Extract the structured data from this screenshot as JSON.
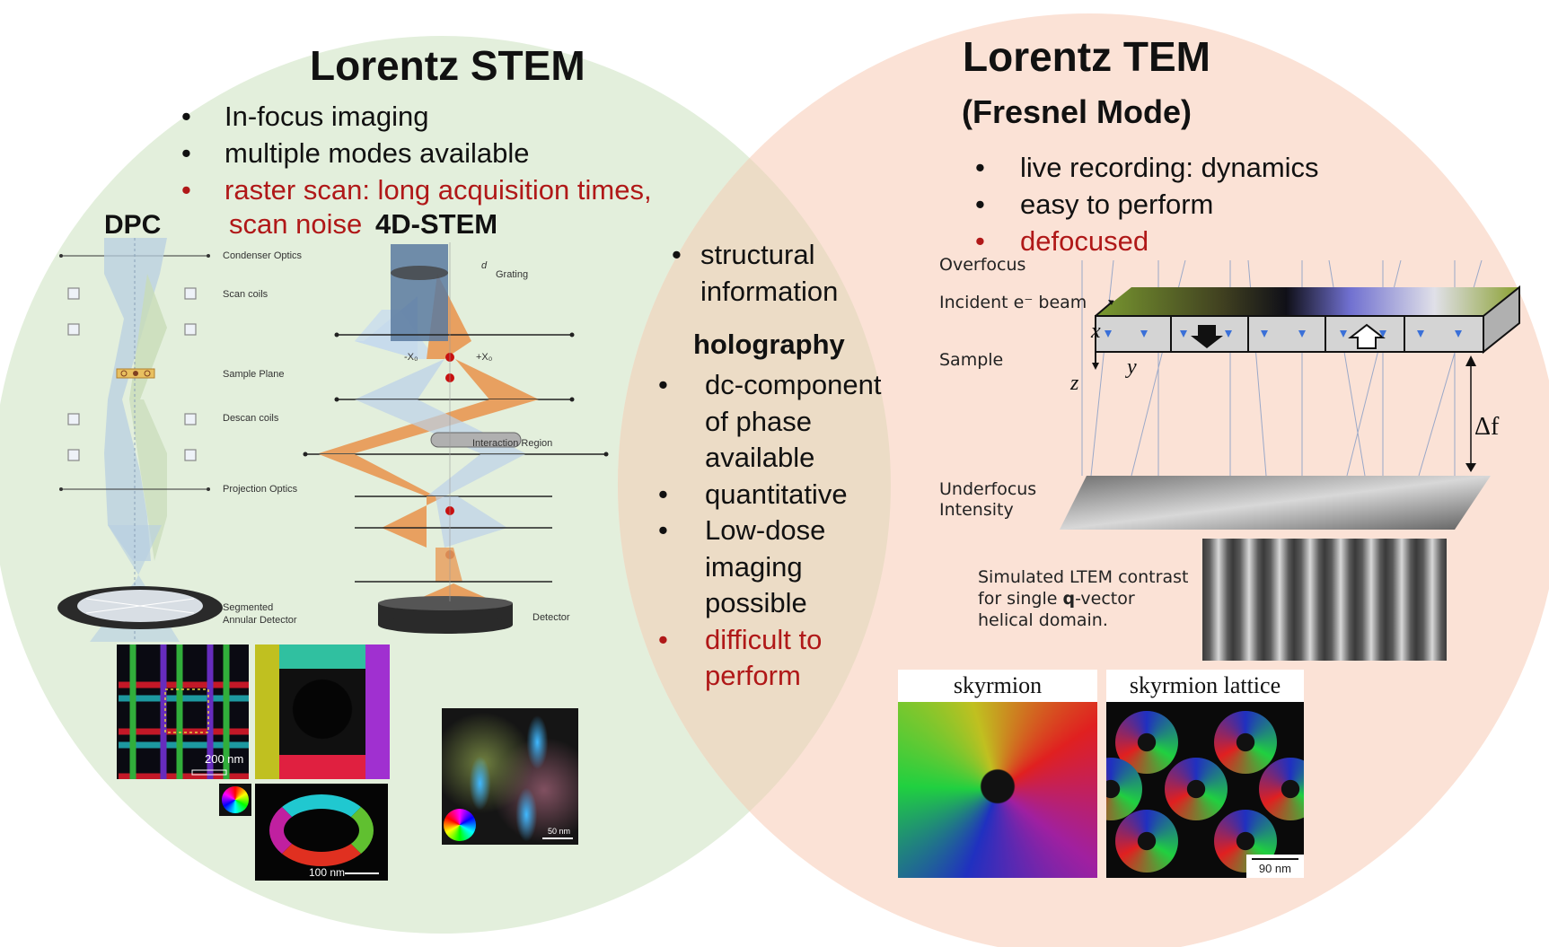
{
  "colors": {
    "left_circle": "#e3efdc",
    "right_circle": "#fbe2d6",
    "overlap": "#ecdcc6",
    "warning_text": "#b01818",
    "orange_beam": "#e8a060",
    "blue_beam": "#b8d0e6"
  },
  "left": {
    "title": "Lorentz STEM",
    "bullets": [
      {
        "text": "In-focus imaging",
        "warning": false
      },
      {
        "text": "multiple modes available",
        "warning": false
      },
      {
        "text": "raster scan: long acquisition times,",
        "warning": true
      }
    ],
    "bullet_continuation": "scan noise",
    "dpc": {
      "heading": "DPC",
      "labels": [
        "Condenser Optics",
        "Scan coils",
        "Sample Plane",
        "Descan coils",
        "Projection Optics",
        "Segmented",
        "Annular Detector"
      ]
    },
    "fourd": {
      "heading": "4D-STEM",
      "labels": [
        "Grating",
        "d",
        "-X₀",
        "+X₀",
        "Interaction Region",
        "Detector"
      ]
    },
    "images": {
      "grid_scale": "200 nm",
      "ring_scale": "100 nm",
      "vortex_scale": "50 nm"
    }
  },
  "middle": {
    "bullets_top": [
      "structural",
      "information"
    ],
    "heading": "holography",
    "items": [
      {
        "lines": [
          "dc-component",
          "of phase",
          "available"
        ],
        "warning": false
      },
      {
        "lines": [
          "quantitative"
        ],
        "warning": false
      },
      {
        "lines": [
          "Low-dose",
          "imaging",
          "possible"
        ],
        "warning": false
      },
      {
        "lines": [
          "difficult to",
          "perform"
        ],
        "warning": true
      }
    ]
  },
  "right": {
    "title": "Lorentz TEM",
    "subtitle": "(Fresnel Mode)",
    "bullets": [
      {
        "text": "live recording: dynamics",
        "warning": false
      },
      {
        "text": "easy to perform",
        "warning": false
      },
      {
        "text": "defocused",
        "warning": true
      }
    ],
    "diagram": {
      "overfocus": "Overfocus",
      "incident": "Incident e⁻ beam",
      "sample": "Sample",
      "axis_x": "x",
      "axis_y": "y",
      "axis_z": "z",
      "defocus": "Δf",
      "underfocus": "Underfocus",
      "intensity": "Intensity"
    },
    "simulated": {
      "line1": "Simulated LTEM contrast",
      "line2_pre": "for single ",
      "line2_bold": "q",
      "line2_post": "-vector",
      "line3": "helical domain."
    },
    "panels": [
      {
        "caption": "skyrmion"
      },
      {
        "caption": "skyrmion lattice",
        "scale": "90 nm"
      }
    ]
  }
}
